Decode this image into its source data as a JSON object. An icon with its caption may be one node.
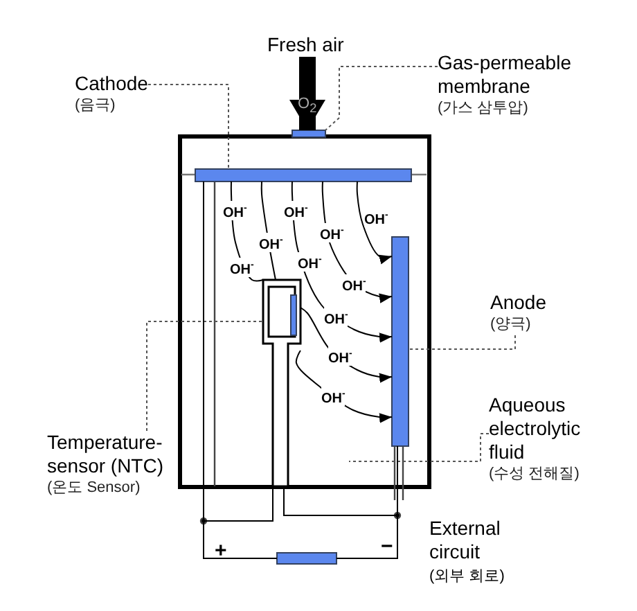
{
  "diagram": {
    "nodes": [
      {
        "text": [
          "Fresh air"
        ]
      },
      {
        "text": [
          "Cathode",
          "(음극)"
        ]
      },
      {
        "text": [
          "Gas-permeable membrane",
          "(가스 삼투압)"
        ]
      },
      {
        "text": [],
        "shape": "bar"
      },
      {
        "text": [],
        "shape": "bar"
      },
      {
        "text": [
          "Anode",
          "(양극)"
        ]
      },
      {
        "text": [],
        "shape": "bar"
      },
      {
        "text": [],
        "shape": "box"
      },
      {
        "text": [
          "Temperature-sensor (NTC)",
          "(온도 Sensor)"
        ]
      },
      {
        "text": [
          "Aqueous electrolytic fluid",
          "(수성 전해질)"
        ]
      },
      {
        "text": [],
        "shape": "bar"
      }
    ],
    "edges": [
      {
        "from": 0,
        "to": 3,
        "arrow": "to",
        "label": "O$_{2}$",
        "style": "thick"
      },
      {
        "from": 1,
        "to": 4,
        "arrow": "none",
        "style": "dashed"
      },
      {
        "from": 2,
        "to": 3,
        "arrow": "none",
        "style": "dashed"
      },
      {
        "from": 5,
        "to": 6,
        "arrow": "none",
        "style": "dashed"
      },
      {
        "from": 8,
        "to": 7,
        "arrow": "none",
        "style": "dashed"
      },
      {
        "from": 9,
        "to": null,
        "arrow": "none",
        "style": "dashed"
      },
      {
        "from": 4,
        "to": 6,
        "arrow": "to"
      },
      {
        "from": 4,
        "to": 6,
        "arrow": "to"
      },
      {
        "from": 4,
        "to": 6,
        "arrow": "to"
      },
      {
        "from": 7,
        "to": 6,
        "arrow": "to"
      },
      {
        "from": 7,
        "to": 6,
        "arrow": "to"
      },
      {
        "from": 4,
        "to": 7,
        "arrow": "none"
      },
      {
        "from": 4,
        "to": 7,
        "arrow": "none"
      },
      {
        "from": 4,
        "to": 10,
        "arrow": "none"
      },
      {
        "from": 6,
        "to": 10,
        "arrow": "none"
      },
      {
        "from": 7,
        "to": 10,
        "arrow": "none"
      },
      {
        "from": 7,
        "to": 10,
        "arrow": "none"
      }
    ],
    "labels": [
      "OH$^{-}$",
      "OH$^{-}$",
      "OH$^{-}$",
      "OH$^{-}$",
      "OH$^{-}$",
      "OH$^{-}$",
      "OH$^{-}$",
      "OH$^{-}$",
      "OH$^{-}$",
      "OH$^{-}$",
      "OH$^{-}$",
      "External circuit",
      "(외부 회로)",
      "+",
      "−"
    ]
  }
}
